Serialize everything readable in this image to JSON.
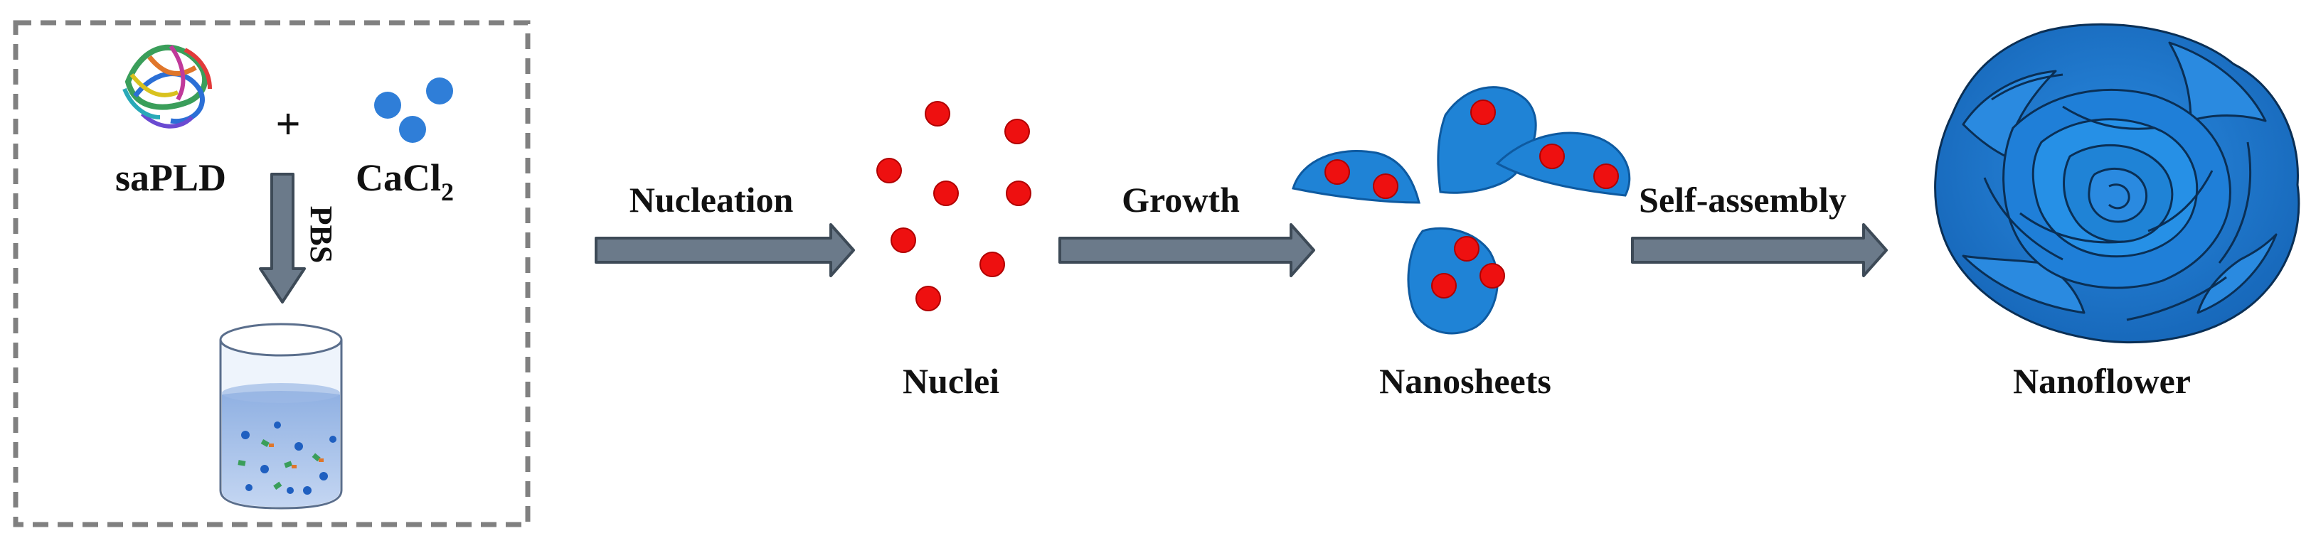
{
  "inputs": {
    "enzyme_label": "saPLD",
    "plus_sign": "+",
    "salt_label_main": "CaCl",
    "salt_label_subscript": "2",
    "buffer_label": "PBS"
  },
  "steps": [
    {
      "arrow_label": "Nucleation",
      "product_label": "Nuclei"
    },
    {
      "arrow_label": "Growth",
      "product_label": "Nanosheets"
    },
    {
      "arrow_label": "Self-assembly",
      "product_label": "Nanoflower"
    }
  ],
  "colors": {
    "nucleus_red": "#ee1010",
    "calcium_blue": "#2f7ed8",
    "sheet_blue": "#1f83d6",
    "arrow_fill": "#6b7a8a",
    "arrow_stroke": "#3d4a57",
    "border_gray": "#808080",
    "beaker_liquid": "#a9c3ea",
    "flower_blue": "#1e7bd4"
  },
  "icons": {
    "enzyme": "protein-structure-icon",
    "salt": "calcium-ions-icon",
    "beaker": "beaker-icon",
    "flower": "rose-nanoflower-icon"
  }
}
